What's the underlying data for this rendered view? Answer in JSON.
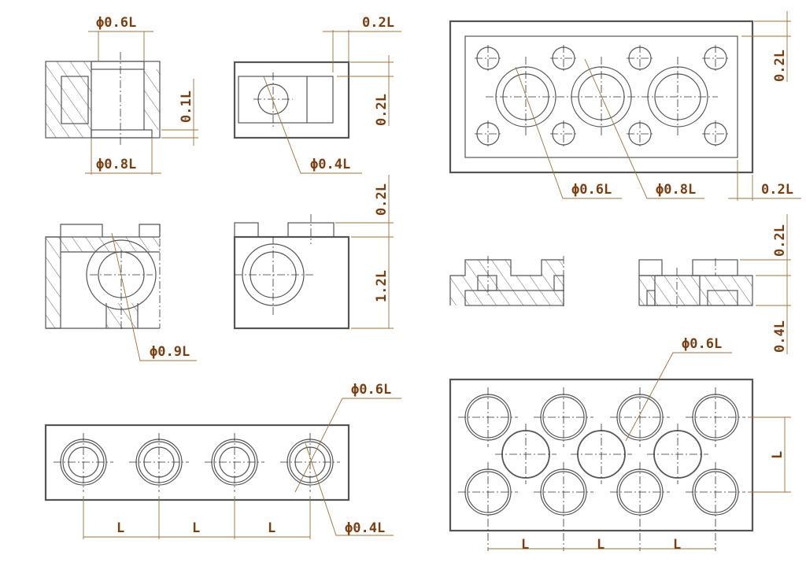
{
  "drawing": {
    "colors": {
      "outline": "#555555",
      "dimension": "#a0703a",
      "dimension_text": "#7a3e10",
      "background": "#ffffff"
    },
    "views": {
      "brick_1x1_section": {
        "d_top": "ϕ0.6L",
        "d_bottom": "ϕ0.8L",
        "h_step": "0.1L"
      },
      "brick_1x1_side": {
        "w_step": "0.2L",
        "h_step": "0.2L",
        "d_hole": "ϕ0.4L"
      },
      "brick_1x1_tall_section": {
        "d_ring": "ϕ0.9L"
      },
      "brick_1x1_tall_side": {
        "stud_h": "0.2L",
        "body_h": "1.2L"
      },
      "plate_top": {
        "margin_v": "0.2L",
        "margin_h": "0.2L",
        "d_inner": "ϕ0.6L",
        "d_outer": "ϕ0.8L"
      },
      "plate_sections": {
        "stud_h": "0.2L",
        "body_h": "0.4L"
      },
      "plate_bottom": {
        "d_tube": "ϕ0.6L",
        "pitch_v": "L",
        "pitch_h": [
          "L",
          "L",
          "L"
        ]
      },
      "beam_bottom": {
        "d_outer": "ϕ0.6L",
        "d_inner": "ϕ0.4L",
        "pitch": [
          "L",
          "L",
          "L"
        ]
      }
    }
  }
}
